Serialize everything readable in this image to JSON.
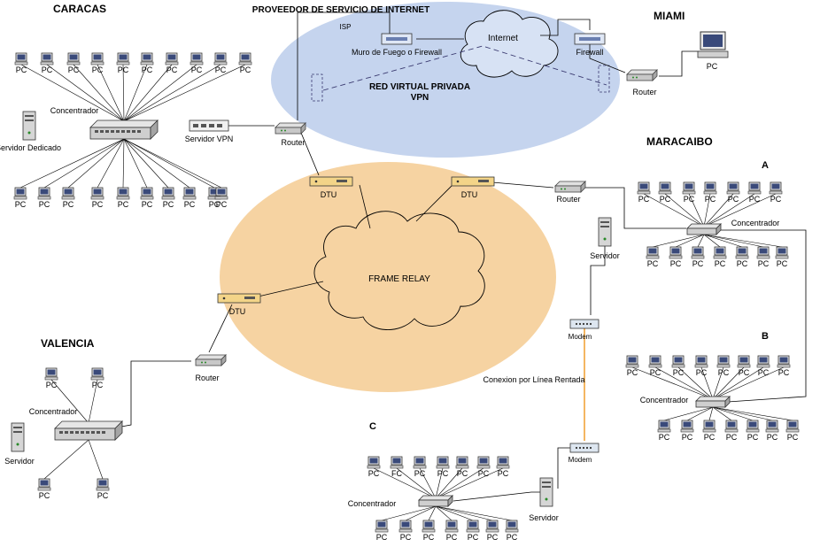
{
  "sites": {
    "caracas": "CARACAS",
    "miami": "MIAMI",
    "maracaibo": "MARACAIBO",
    "valencia": "VALENCIA",
    "isp_title": "PROVEEDOR DE SERVICIO DE INTERNET",
    "isp_abbr": "ISP",
    "section_a": "A",
    "section_b": "B",
    "section_c": "C"
  },
  "clouds": {
    "internet": "Internet",
    "frame_relay": "FRAME RELAY"
  },
  "labels": {
    "vpn_title": "RED VIRTUAL PRIVADA",
    "vpn_abbr": "VPN",
    "leased_line": "Conexion por Línea Rentada",
    "pc": "PC",
    "fc": "FC"
  },
  "devices": {
    "isp_firewall": "Muro de Fuego o Firewall",
    "miami_firewall": "Firewall",
    "miami_router": "Router",
    "caracas_concentrator": "Concentrador",
    "caracas_server": "Servidor Dedicado",
    "caracas_vpn_server": "Servidor VPN",
    "caracas_router": "Router",
    "dtu_caracas": "DTU",
    "dtu_maracaibo": "DTU",
    "dtu_valencia": "DTU",
    "maracaibo_router": "Router",
    "maracaibo_server": "Servidor",
    "maracaibo_concentrator_a": "Concentrador",
    "maracaibo_concentrator_b": "Concentrador",
    "modem_top": "Modem",
    "modem_bottom": "Modem",
    "concentrator_c": "Concentrador",
    "server_c": "Servidor",
    "valencia_router": "Router",
    "valencia_concentrator": "Concentrador",
    "valencia_server": "Servidor"
  },
  "colors": {
    "isp_zone": "#c5d4ee",
    "frame_relay_zone": "#f6d3a2",
    "leased_line": "#f2a33a"
  }
}
